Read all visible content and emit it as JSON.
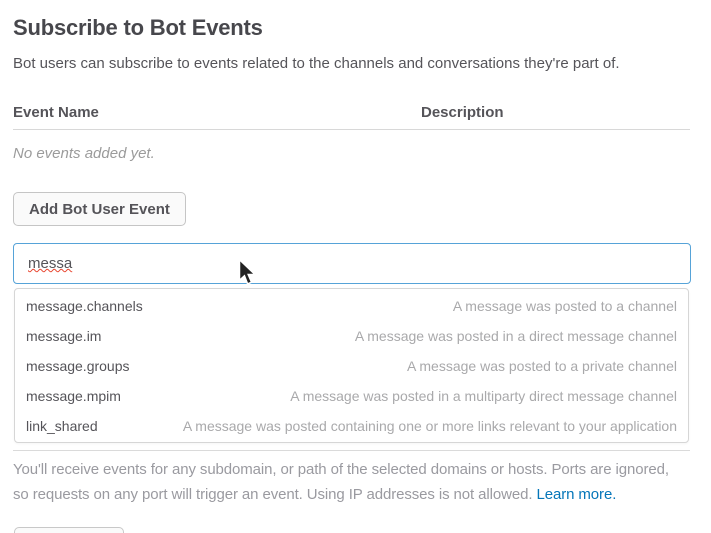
{
  "header": {
    "title": "Subscribe to Bot Events",
    "subtitle": "Bot users can subscribe to events related to the channels and conversations they're part of."
  },
  "events_table": {
    "columns": [
      "Event Name",
      "Description"
    ],
    "empty_message": "No events added yet."
  },
  "toolbar": {
    "add_event_label": "Add Bot User Event"
  },
  "search": {
    "value": "messa",
    "placeholder": ""
  },
  "suggestions": [
    {
      "name": "message.channels",
      "description": "A message was posted to a channel"
    },
    {
      "name": "message.im",
      "description": "A message was posted in a direct message channel"
    },
    {
      "name": "message.groups",
      "description": "A message was posted to a private channel"
    },
    {
      "name": "message.mpim",
      "description": "A message was posted in a multiparty direct message channel"
    },
    {
      "name": "link_shared",
      "description": "A message was posted containing one or more links relevant to your application"
    }
  ],
  "footer": {
    "text": "You'll receive events for any subdomain, or path of the selected domains or hosts. Ports are ignored, so requests on any port will trigger an event. Using IP addresses is not allowed. ",
    "link_label": "Learn more."
  },
  "colors": {
    "focus_border": "#56a3d8",
    "link": "#0576b9",
    "spellcheck_underline": "#e8452f",
    "heading_text": "#47474c",
    "body_text": "#555459",
    "muted_text": "#9b9b9b"
  }
}
